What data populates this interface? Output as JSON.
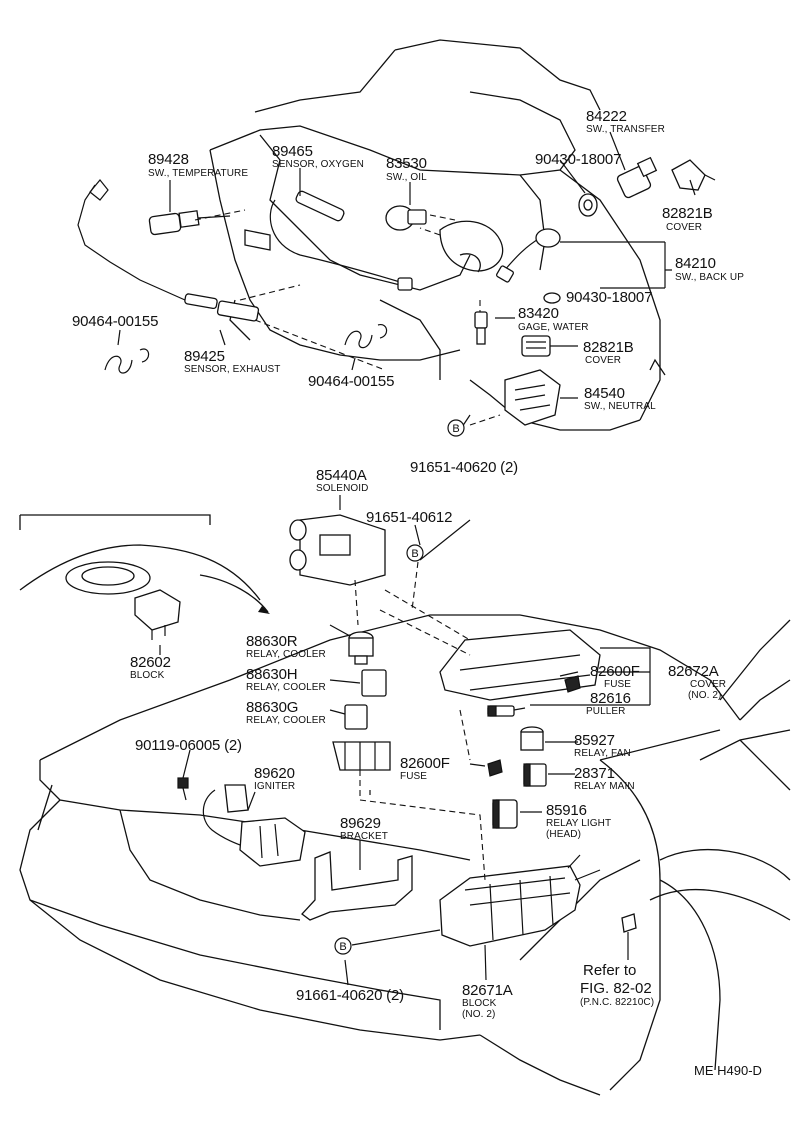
{
  "parts": [
    {
      "id": "p89428",
      "number": "89428",
      "desc": "SW., TEMPERATURE"
    },
    {
      "id": "p89465",
      "number": "89465",
      "desc": "SENSOR, OXYGEN"
    },
    {
      "id": "p83530",
      "number": "83530",
      "desc": "SW., OIL"
    },
    {
      "id": "p84222",
      "number": "84222",
      "desc": "SW., TRANSFER"
    },
    {
      "id": "p90430a",
      "number": "90430-18007",
      "desc": ""
    },
    {
      "id": "p82821b_top",
      "number": "82821B",
      "desc": "COVER"
    },
    {
      "id": "p84210",
      "number": "84210",
      "desc": "SW., BACK UP"
    },
    {
      "id": "p90430b",
      "number": "90430-18007",
      "desc": ""
    },
    {
      "id": "p90464a",
      "number": "90464-00155",
      "desc": ""
    },
    {
      "id": "p83420",
      "number": "83420",
      "desc": "GAGE, WATER"
    },
    {
      "id": "p82821b_mid",
      "number": "82821B",
      "desc": "COVER"
    },
    {
      "id": "p89425",
      "number": "89425",
      "desc": "SENSOR, EXHAUST"
    },
    {
      "id": "p90464b",
      "number": "90464-00155",
      "desc": ""
    },
    {
      "id": "p84540",
      "number": "84540",
      "desc": "SW., NEUTRAL"
    },
    {
      "id": "p91651a",
      "number": "91651-40620 (2)",
      "desc": ""
    },
    {
      "id": "p85440a",
      "number": "85440A",
      "desc": "SOLENOID"
    },
    {
      "id": "p91651b",
      "number": "91651-40612",
      "desc": ""
    },
    {
      "id": "p88630r",
      "number": "88630R",
      "desc": "RELAY, COOLER"
    },
    {
      "id": "p88630h",
      "number": "88630H",
      "desc": "RELAY, COOLER"
    },
    {
      "id": "p88630g",
      "number": "88630G",
      "desc": "RELAY, COOLER"
    },
    {
      "id": "p82602",
      "number": "82602",
      "desc": "BLOCK"
    },
    {
      "id": "p82600f_a",
      "number": "82600F",
      "desc": "FUSE"
    },
    {
      "id": "p82672a",
      "number": "82672A",
      "desc": "COVER",
      "desc2": "(NO. 2)"
    },
    {
      "id": "p82616",
      "number": "82616",
      "desc": "PULLER"
    },
    {
      "id": "p90119",
      "number": "90119-06005 (2)",
      "desc": ""
    },
    {
      "id": "p85927",
      "number": "85927",
      "desc": "RELAY, FAN"
    },
    {
      "id": "p82600f_b",
      "number": "82600F",
      "desc": "FUSE"
    },
    {
      "id": "p28371",
      "number": "28371",
      "desc": "RELAY MAIN"
    },
    {
      "id": "p89620",
      "number": "89620",
      "desc": "IGNITER"
    },
    {
      "id": "p85916",
      "number": "85916",
      "desc": "RELAY LIGHT",
      "desc2": "(HEAD)"
    },
    {
      "id": "p89629",
      "number": "89629",
      "desc": "BRACKET"
    },
    {
      "id": "p91661",
      "number": "91661-40620 (2)",
      "desc": ""
    },
    {
      "id": "p82671a",
      "number": "82671A",
      "desc": "BLOCK",
      "desc2": "(NO. 2)"
    }
  ],
  "reference": {
    "line1": "Refer to",
    "line2": "FIG. 82-02",
    "line3": "(P.N.C. 82210C)"
  },
  "markers": {
    "b": "B"
  },
  "figure_code": "ME H490-D"
}
